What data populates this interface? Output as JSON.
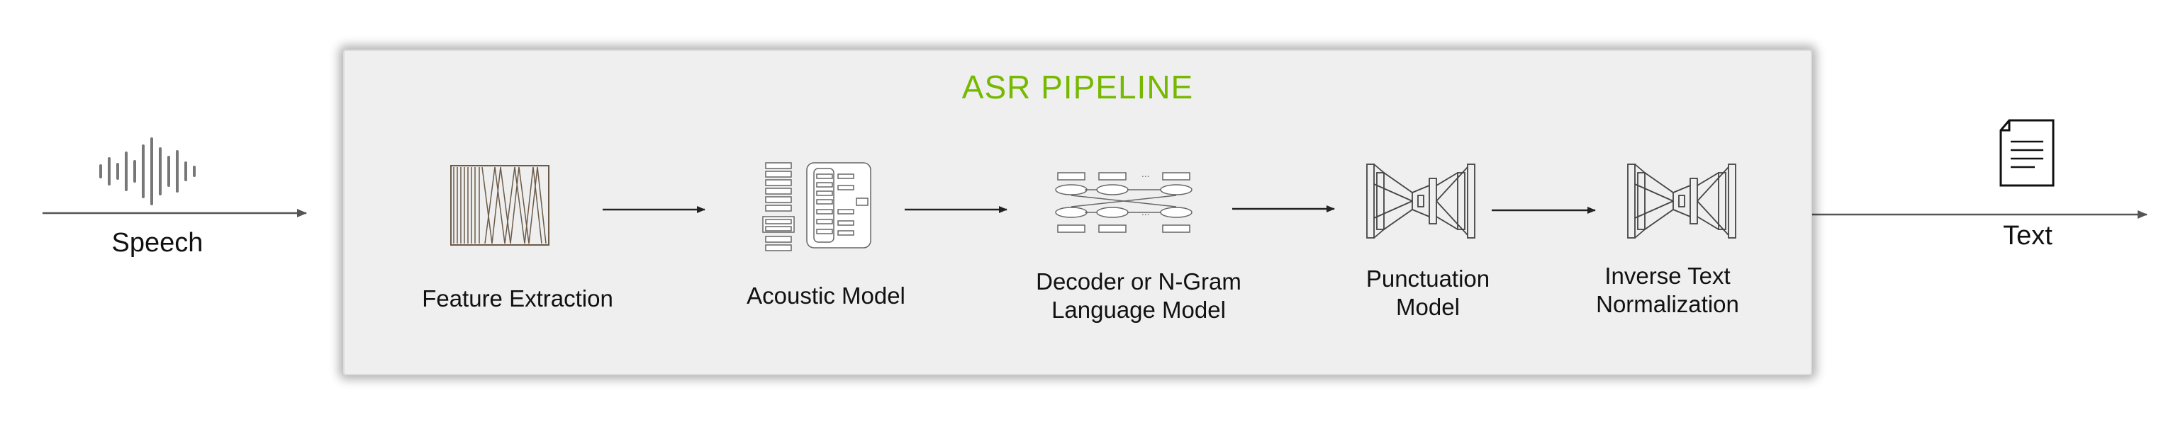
{
  "input": {
    "label": "Speech",
    "icon": "waveform-icon"
  },
  "output": {
    "label": "Text",
    "icon": "document-icon"
  },
  "pipeline": {
    "title": "ASR PIPELINE",
    "title_color": "#76b900",
    "steps": [
      {
        "label": "Feature Extraction",
        "icon": "spectrogram-icon"
      },
      {
        "label": "Acoustic Model",
        "icon": "acoustic-model-diagram-icon"
      },
      {
        "label_line1": "Decoder or N-Gram",
        "label_line2": "Language Model",
        "icon": "decoder-graph-icon"
      },
      {
        "label_line1": "Punctuation",
        "label_line2": "Model",
        "icon": "encoder-decoder-network-icon"
      },
      {
        "label_line1": "Inverse Text",
        "label_line2": "Normalization",
        "icon": "encoder-decoder-network-icon"
      }
    ]
  }
}
